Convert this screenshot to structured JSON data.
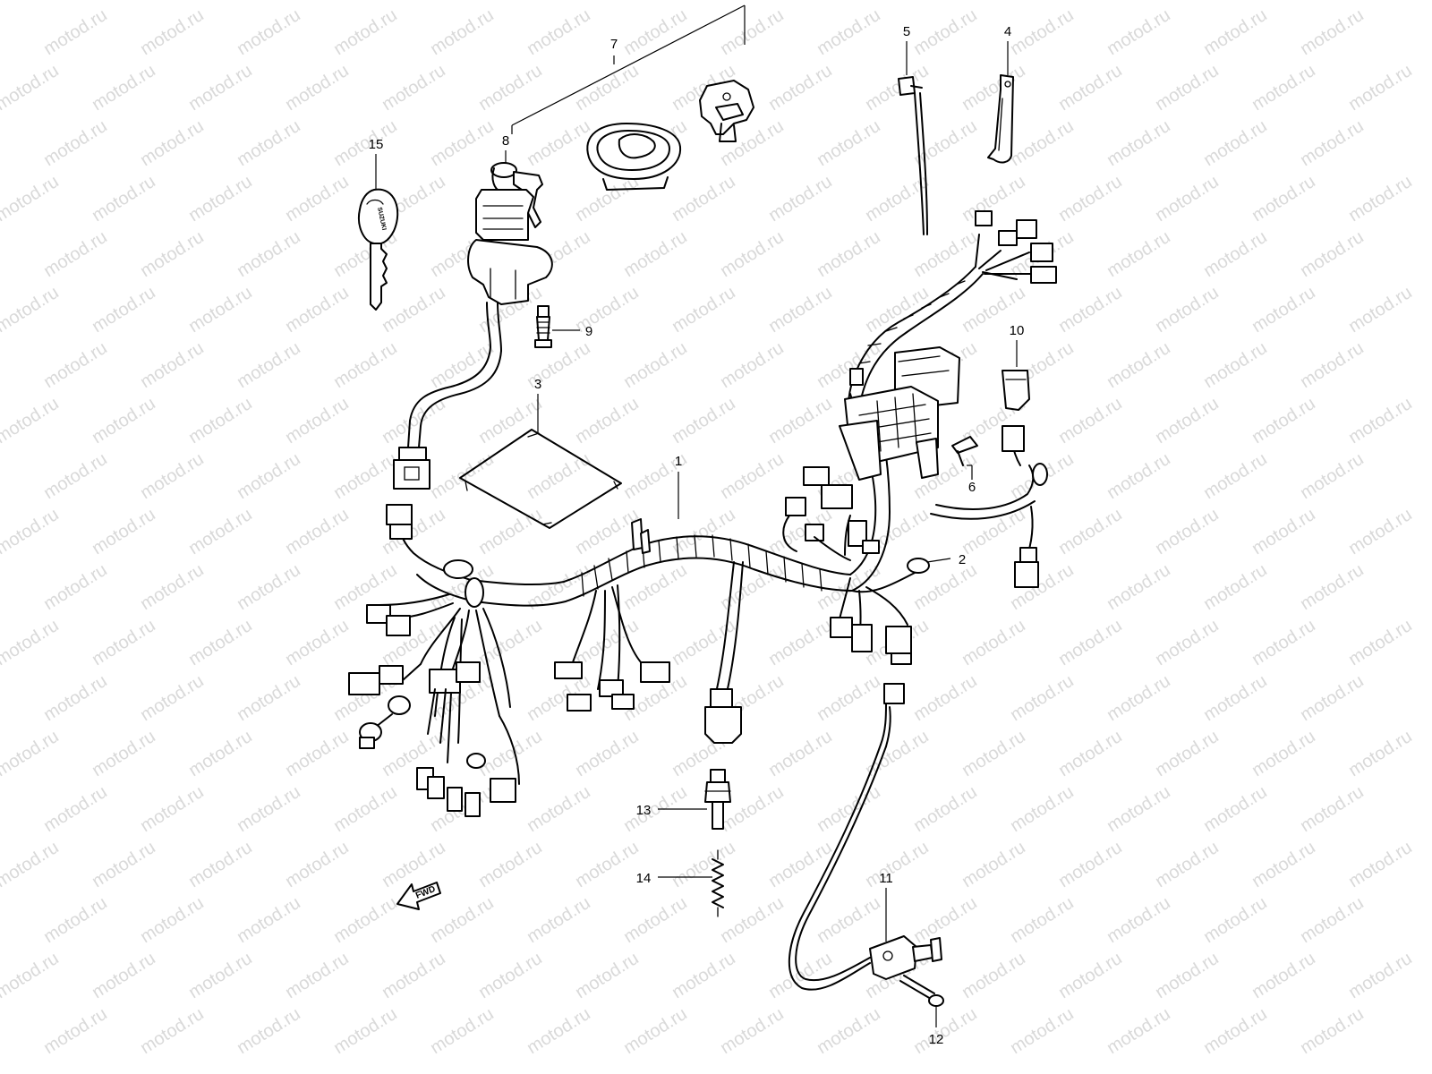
{
  "watermark": {
    "text": "motod.ru"
  },
  "key_brand": "SUZUKI",
  "direction_arrow": {
    "label": "FWD"
  },
  "callouts": [
    {
      "id": "callout-1",
      "number": "1"
    },
    {
      "id": "callout-2",
      "number": "2"
    },
    {
      "id": "callout-3",
      "number": "3"
    },
    {
      "id": "callout-4",
      "number": "4"
    },
    {
      "id": "callout-5",
      "number": "5"
    },
    {
      "id": "callout-6",
      "number": "6"
    },
    {
      "id": "callout-7",
      "number": "7"
    },
    {
      "id": "callout-8",
      "number": "8"
    },
    {
      "id": "callout-9",
      "number": "9"
    },
    {
      "id": "callout-10",
      "number": "10"
    },
    {
      "id": "callout-11",
      "number": "11"
    },
    {
      "id": "callout-12",
      "number": "12"
    },
    {
      "id": "callout-13",
      "number": "13"
    },
    {
      "id": "callout-14",
      "number": "14"
    },
    {
      "id": "callout-15",
      "number": "15"
    }
  ]
}
